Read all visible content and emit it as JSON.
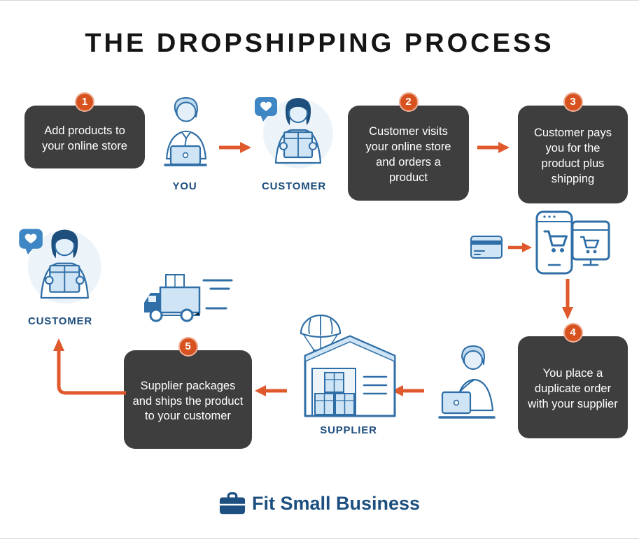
{
  "title": "THE DROPSHIPPING PROCESS",
  "steps": [
    {
      "number": "1",
      "text": "Add products to your online store"
    },
    {
      "number": "2",
      "text": "Customer visits your online store and orders a product"
    },
    {
      "number": "3",
      "text": "Customer pays you for the product plus shipping"
    },
    {
      "number": "4",
      "text": "You place a duplicate order with your supplier"
    },
    {
      "number": "5",
      "text": "Supplier packages and ships the product to your customer"
    }
  ],
  "labels": {
    "you": "YOU",
    "customer_top": "CUSTOMER",
    "customer_left": "CUSTOMER",
    "supplier": "SUPPLIER"
  },
  "logo": {
    "text": "Fit Small Business"
  },
  "icons": {
    "step1_flow": [
      "person-at-laptop-icon",
      "customer-holding-box-icon"
    ],
    "payment_flow": [
      "credit-card-icon",
      "phone-cart-icon",
      "store-cart-icon"
    ],
    "order_flow": [
      "person-at-laptop-icon",
      "warehouse-parachute-icon",
      "delivery-truck-icon",
      "customer-holding-box-icon"
    ],
    "logo": "briefcase-icon"
  },
  "colors": {
    "step_box": "#3e3e3e",
    "badge": "#d7521f",
    "arrow": "#e0592c",
    "icon_outline": "#2f6ea6",
    "icon_fill": "#cfe4f4",
    "label": "#1c4d7d",
    "logo": "#1d5080",
    "background": "#ffffff"
  }
}
